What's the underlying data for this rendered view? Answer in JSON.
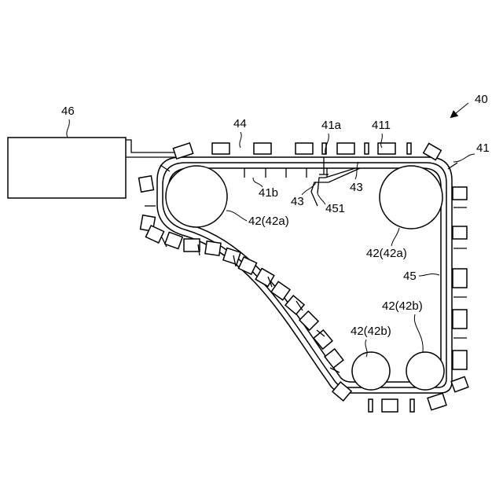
{
  "labels": {
    "device": "40",
    "conveyor": "41",
    "unit": "46",
    "upper_portion": "44",
    "belt_top": "41a",
    "belt_bottom": "41b",
    "upper_part": "411",
    "guide_left": "43",
    "guide_right": "43",
    "guide_tip": "451",
    "roller_upper_left": "42(42a)",
    "roller_upper_right": "42(42a)",
    "belt_side": "45",
    "roller_lower_left": "42(42b)",
    "roller_lower_right": "42(42b)"
  }
}
